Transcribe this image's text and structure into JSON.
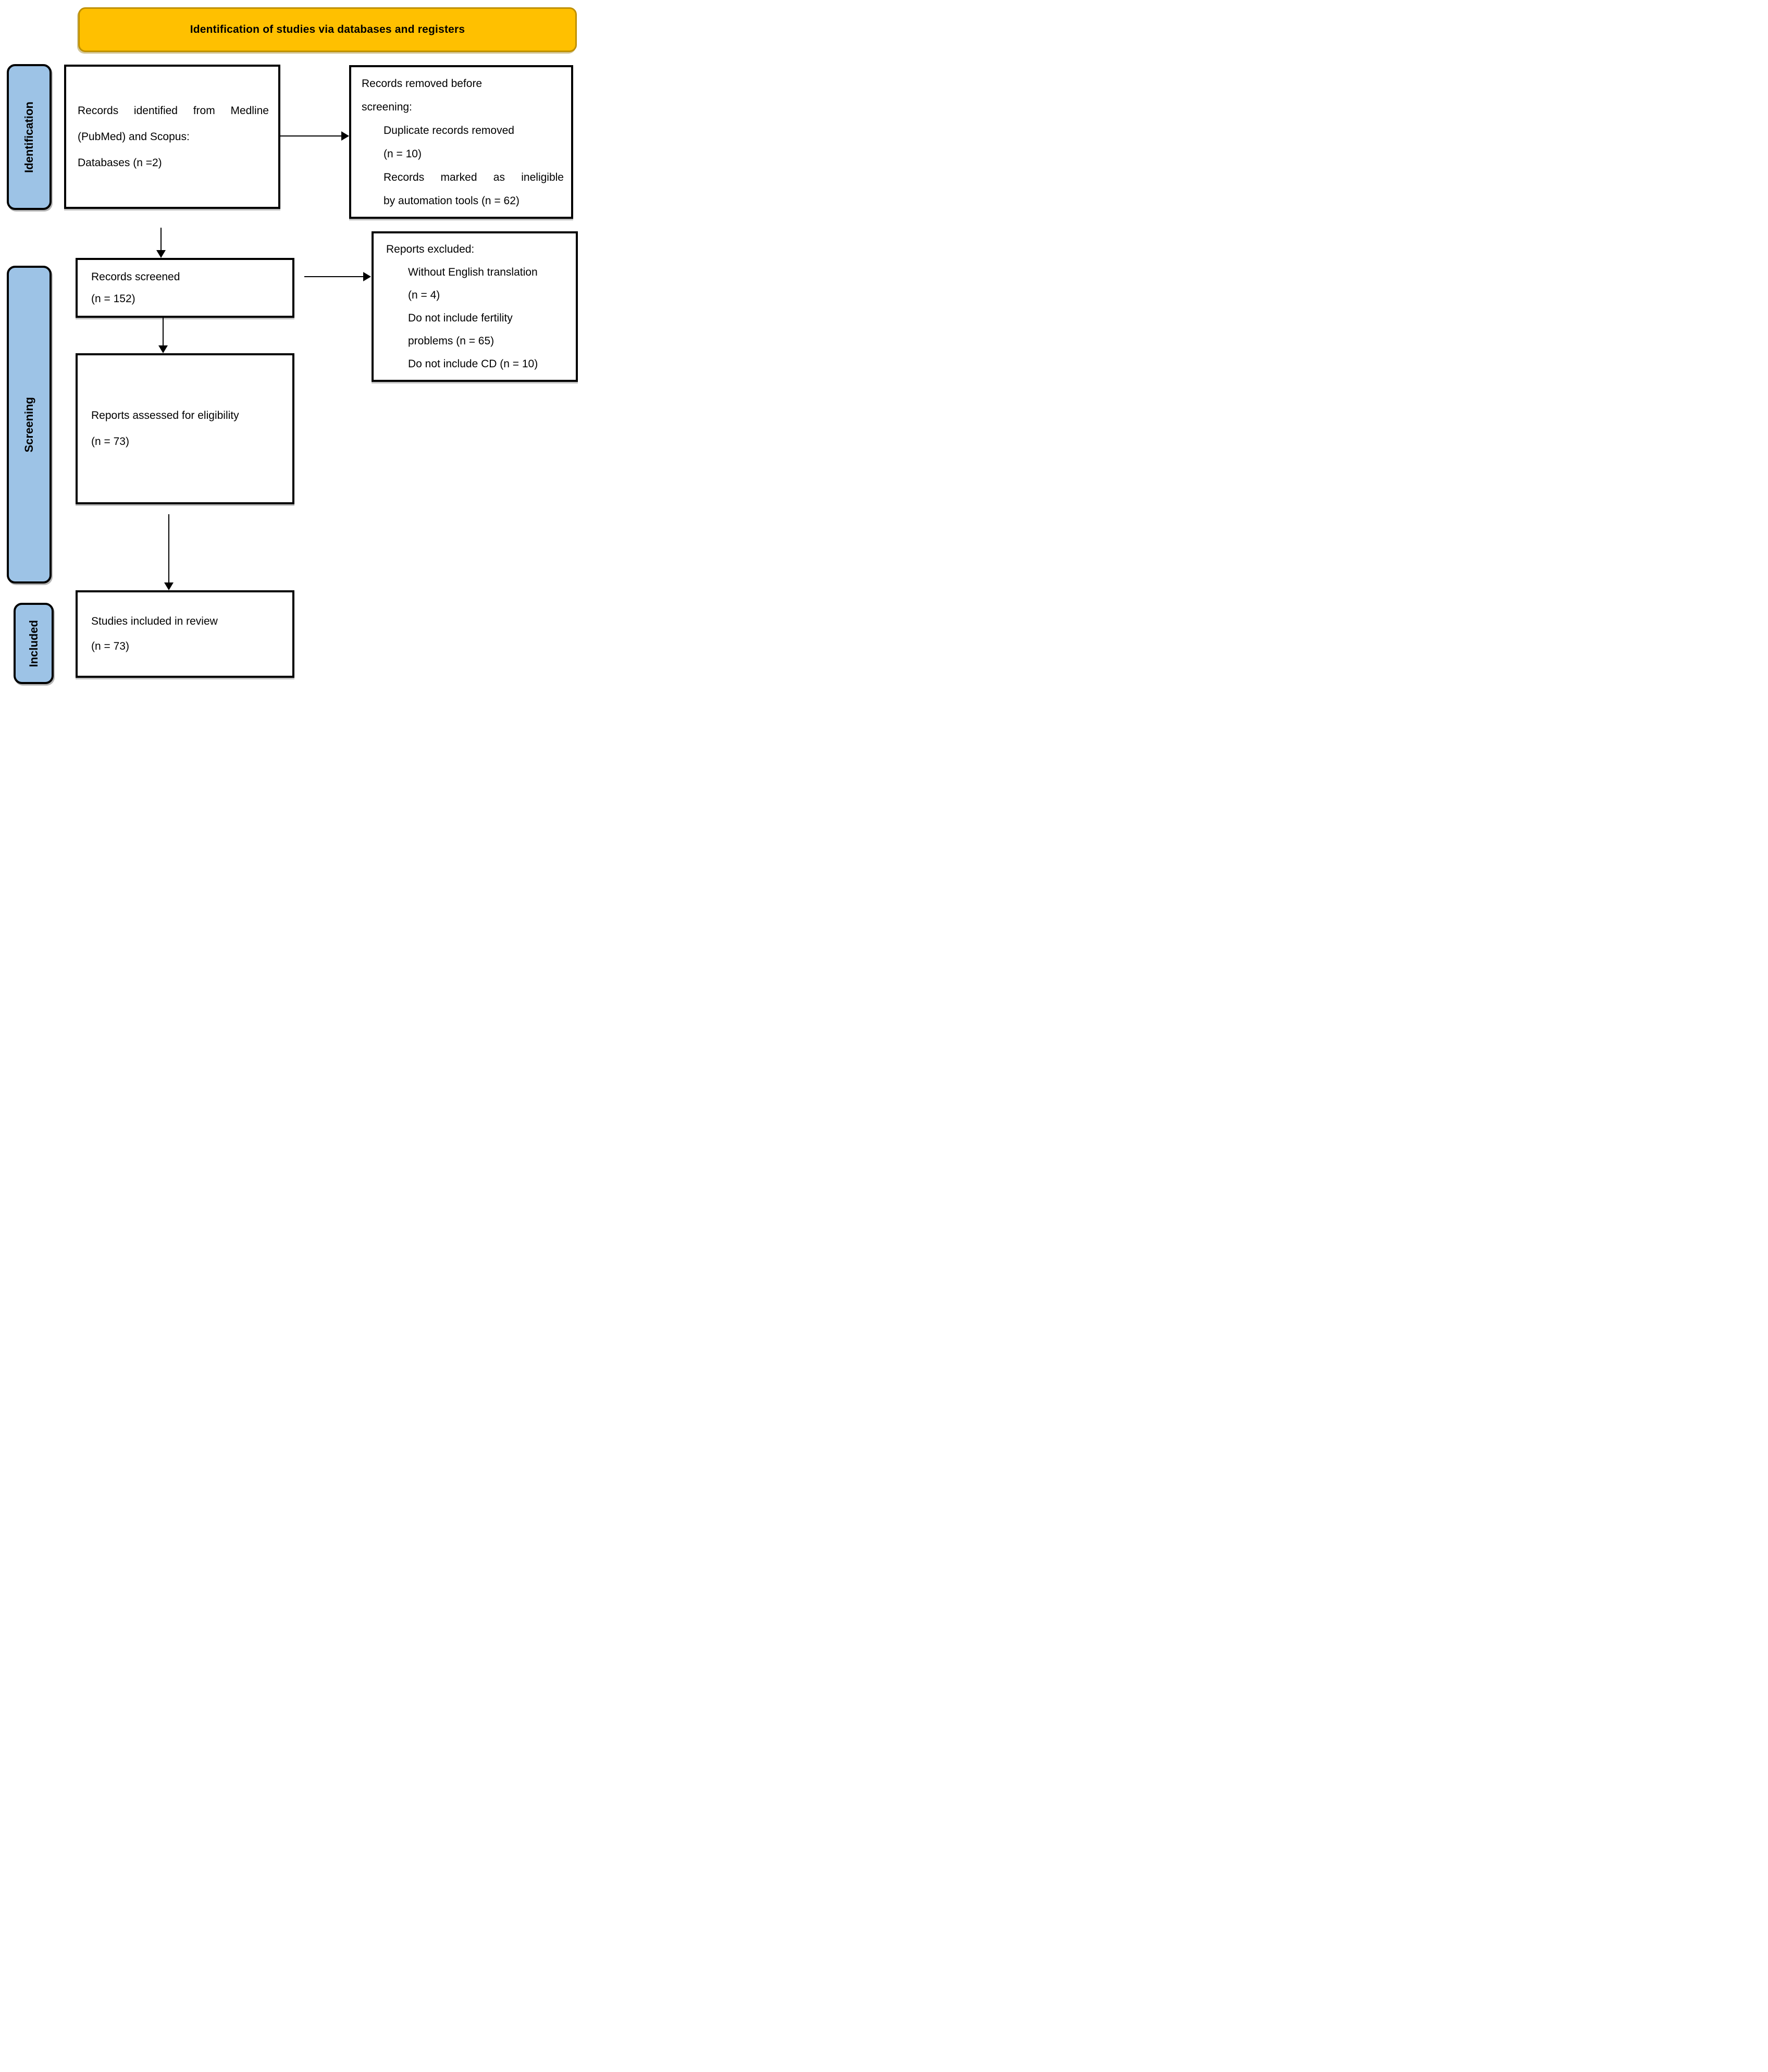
{
  "banner": {
    "title": "Identification of studies via databases and registers"
  },
  "colors": {
    "banner_fill": "#FFC000",
    "banner_border": "#BF9000",
    "stage_fill": "#9DC3E6",
    "stage_border": "#000000",
    "box_border": "#000000",
    "arrow": "#000000"
  },
  "stages": [
    {
      "label": "Identification"
    },
    {
      "label": "Screening"
    },
    {
      "label": "Included"
    }
  ],
  "boxes": {
    "identified": {
      "lines": [
        "Records identified from Medline",
        "(PubMed) and Scopus:",
        "Databases (n =2)"
      ]
    },
    "removed": {
      "lines": [
        "Records removed before",
        "screening:",
        "Duplicate records removed",
        "(n = 10)",
        "Records marked as ineligible",
        "by automation tools (n = 62)"
      ]
    },
    "screened": {
      "lines": [
        "Records screened",
        "(n = 152)"
      ]
    },
    "excluded": {
      "lines": [
        "Reports excluded:",
        "Without English translation",
        "(n = 4)",
        "Do not include fertility",
        "problems (n = 65)",
        "Do not include CD (n = 10)"
      ]
    },
    "assessed": {
      "lines": [
        "Reports assessed for eligibility",
        "(n = 73)"
      ]
    },
    "included": {
      "lines": [
        "Studies included in review",
        "(n = 73)"
      ]
    }
  }
}
